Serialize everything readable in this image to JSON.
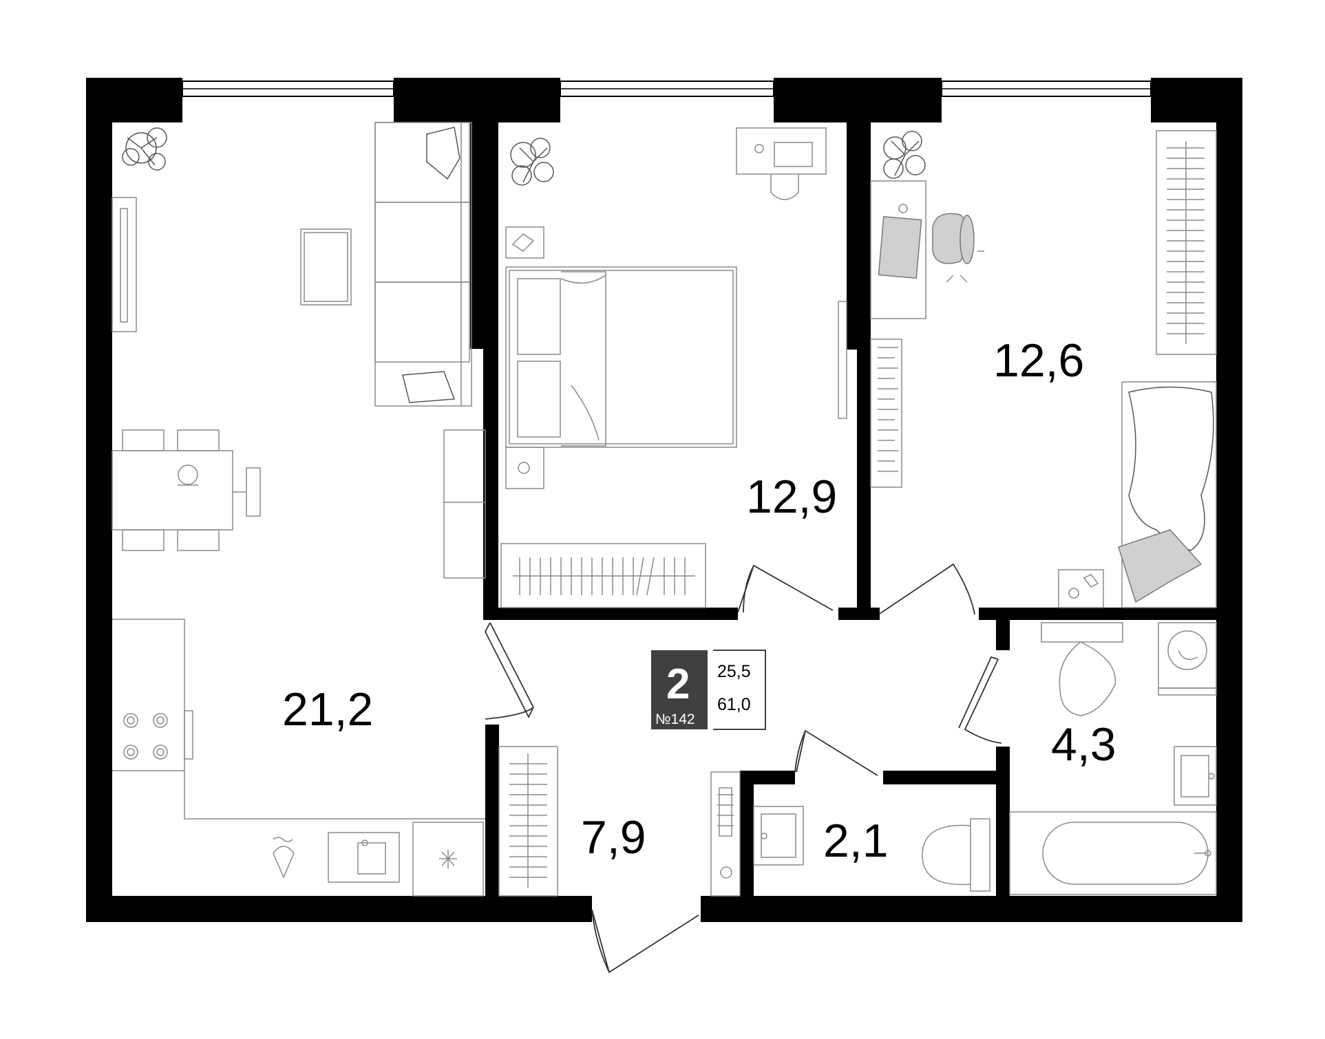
{
  "plan": {
    "rooms": [
      {
        "id": "living-kitchen",
        "area": "21,2"
      },
      {
        "id": "bedroom",
        "area": "12,9"
      },
      {
        "id": "bedroom-2",
        "area": "12,6"
      },
      {
        "id": "hallway",
        "area": "7,9"
      },
      {
        "id": "bathroom",
        "area": "4,3"
      },
      {
        "id": "toilet",
        "area": "2,1"
      }
    ],
    "badge": {
      "rooms_count": "2",
      "apartment_number": "№142",
      "living_area": "25,5",
      "total_area": "61,0"
    },
    "colors": {
      "walls": "#000000",
      "furniture": "#8a8a8a",
      "badge": "#404040"
    }
  }
}
